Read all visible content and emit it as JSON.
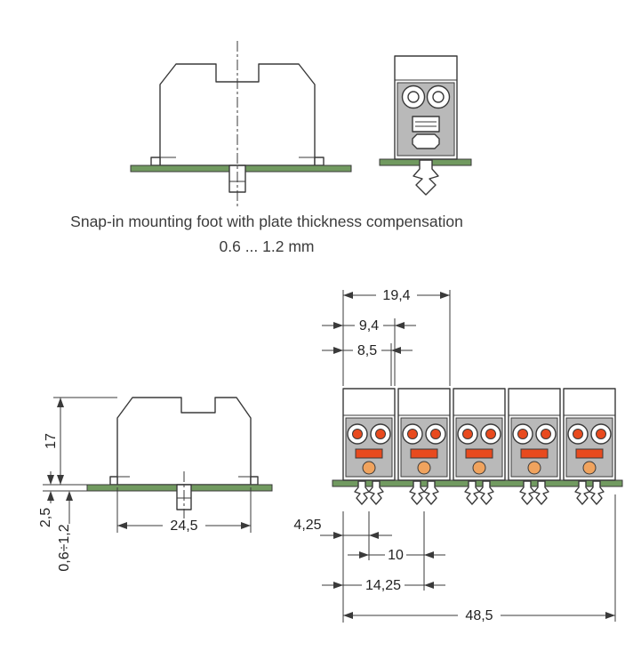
{
  "figure": {
    "caption_line1": "Snap-in mounting foot with plate thickness compensation",
    "caption_line2": "0.6 ... 1.2 mm"
  },
  "dimensions": {
    "overall_pair_width": "19,4",
    "module_width": "9,4",
    "body_width": "8,5",
    "height": "17",
    "foot_protrusion": "2,5",
    "plate_thickness_range": "0,6÷1,2",
    "side_depth": "24,5",
    "edge_to_first_foot": "4,25",
    "foot_pitch": "10",
    "edge_to_second_foot": "14,25",
    "total_width": "48,5"
  },
  "colors": {
    "line": "#3a3a3a",
    "text": "#222222",
    "body_grey": "#b9b9b9",
    "accent_red": "#e84a1e",
    "accent_orange": "#f0a35e",
    "plate_green": "#719a60",
    "background": "#ffffff"
  }
}
